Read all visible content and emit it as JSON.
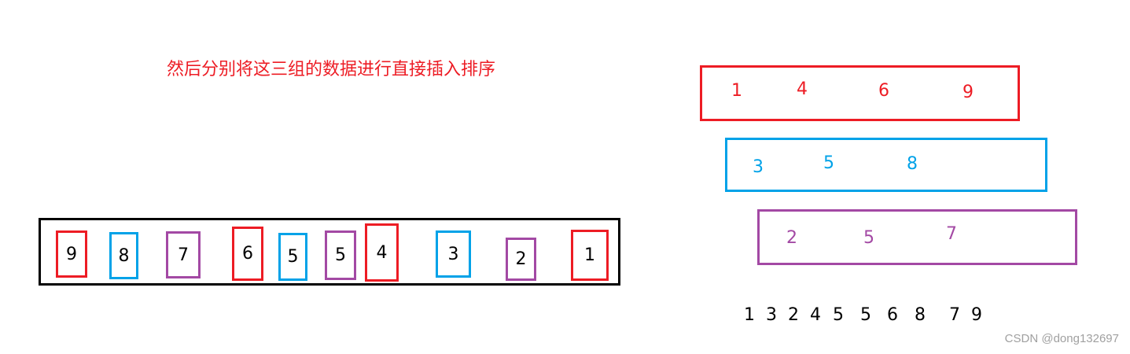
{
  "title": "然后分别将这三组的数据进行直接插入排序",
  "colors": {
    "red": "#ed1c24",
    "blue": "#00a2e8",
    "purple": "#a349a4",
    "black": "#000000"
  },
  "original_array": [
    {
      "value": "9",
      "group": "red"
    },
    {
      "value": "8",
      "group": "blue"
    },
    {
      "value": "7",
      "group": "purple"
    },
    {
      "value": "6",
      "group": "red"
    },
    {
      "value": "5",
      "group": "blue"
    },
    {
      "value": "5",
      "group": "purple"
    },
    {
      "value": "4",
      "group": "red"
    },
    {
      "value": "3",
      "group": "blue"
    },
    {
      "value": "2",
      "group": "purple"
    },
    {
      "value": "1",
      "group": "red"
    }
  ],
  "sorted_groups": [
    {
      "name": "red",
      "values": [
        "1",
        "4",
        "6",
        "9"
      ]
    },
    {
      "name": "blue",
      "values": [
        "3",
        "5",
        "8"
      ]
    },
    {
      "name": "purple",
      "values": [
        "2",
        "5",
        "7"
      ]
    }
  ],
  "result_sequence": [
    "1",
    "3",
    "2",
    "4",
    "5",
    "5",
    "6",
    "8",
    "7",
    "9"
  ],
  "watermark": "CSDN @dong132697"
}
